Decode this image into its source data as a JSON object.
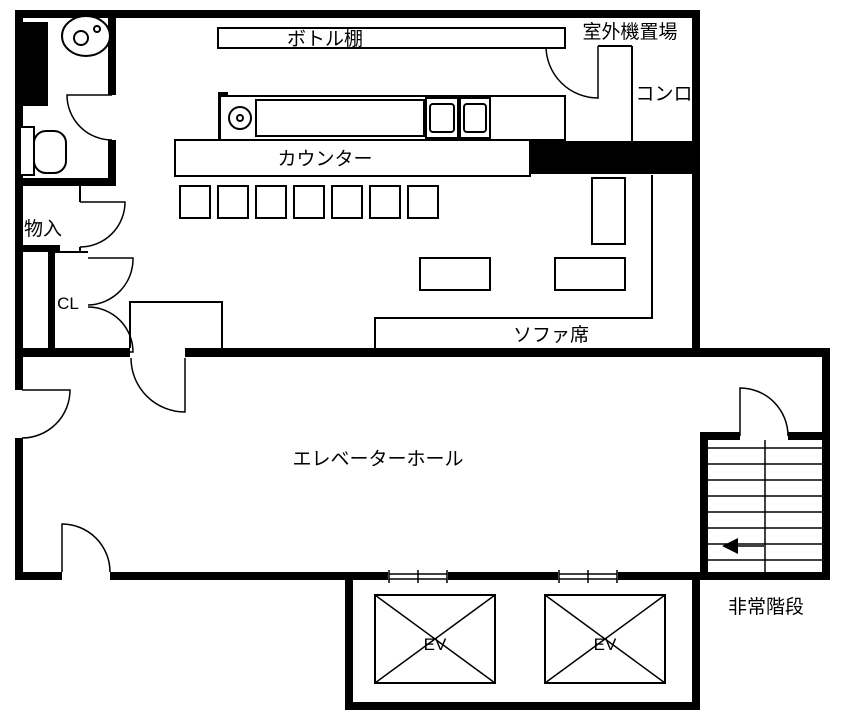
{
  "labels": {
    "bottle_shelf": "ボトル棚",
    "outdoor_unit_area": "室外機置場",
    "stove": "コンロ",
    "counter": "カウンター",
    "storage": "物入",
    "closet": "CL",
    "sofa_seating": "ソファ席",
    "elevator_hall": "エレベーターホール",
    "elevator_left": "EV",
    "elevator_right": "EV",
    "emergency_stairs": "非常階段"
  },
  "colors": {
    "walls": "#000000",
    "background": "#ffffff"
  }
}
